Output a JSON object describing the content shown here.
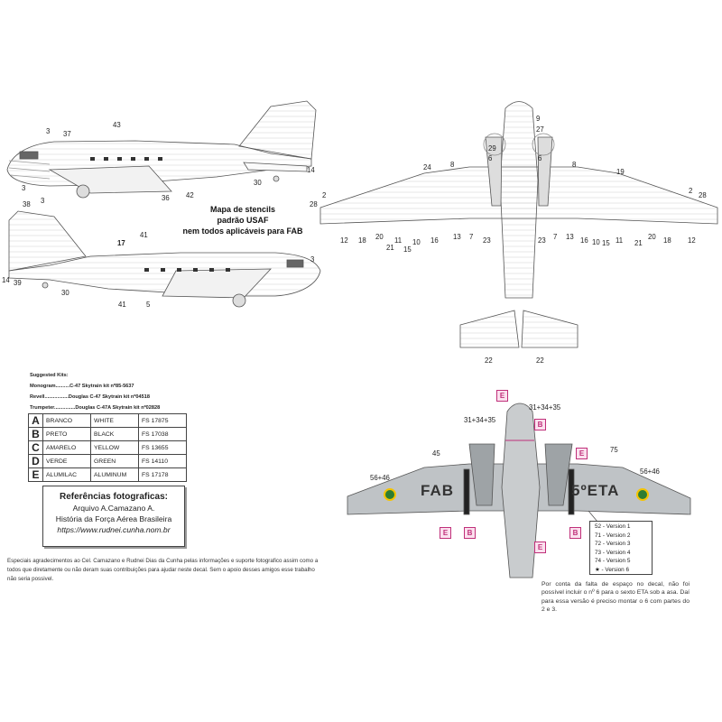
{
  "stencil_note": {
    "line1": "Mapa de stencils",
    "line2": "padrão USAF",
    "line3": "nem todos aplicáveis para FAB"
  },
  "kits": {
    "title": "Suggested Kits:",
    "line1": "Monogram..........C-47 Skytrain  kit nº85-5637",
    "line2": "Revell.................Douglas C-47 Skytrain kit nº04518",
    "line3": "Trumpeter...............Douglas C-47A Skytrain kit nº02828"
  },
  "colors": [
    {
      "key": "A",
      "pt": "BRANCO",
      "en": "WHITE",
      "fs": "FS 17875"
    },
    {
      "key": "B",
      "pt": "PRETO",
      "en": "BLACK",
      "fs": "FS 17038"
    },
    {
      "key": "C",
      "pt": "AMARELO",
      "en": "YELLOW",
      "fs": "FS 13655"
    },
    {
      "key": "D",
      "pt": "VERDE",
      "en": "GREEN",
      "fs": "FS 14110"
    },
    {
      "key": "E",
      "pt": "ALUMILAC",
      "en": "ALUMINUM",
      "fs": "FS 17178"
    }
  ],
  "refs": {
    "title": "Referências fotograficas:",
    "line1": "Arquivo A.Camazano A.",
    "line2": "História da Força Aérea Brasileira",
    "url": "https://www.rudnei.cunha.nom.br"
  },
  "thanks": "Especiais agradecimentos ao Cel. Camazano e Rudnei Dias da Cunha pelas informações e suporte fotografico assim como a todos que diretamente ou não deram suas contribuições para ajudar neste decal. Sem o apoio desses amigos esse trabalho não seria possivel.",
  "versions": {
    "v1": "52 - Version 1",
    "v2": "71 - Version 2",
    "v3": "72 - Version 3",
    "v4": "73 - Version 4",
    "v5": "74 - Version 5",
    "v6": "- Version 6",
    "v6_marker": "★"
  },
  "note_right": "Por conta da falta de espaço no decal, não foi possível incluir o nº 6 para o sexto ETA sob a asa.  Daí para essa versão é preciso montar o 6 com partes do 2 e 3.",
  "markings": {
    "fab": "FAB",
    "eta": "5ºETA"
  },
  "labels": {
    "l43": "43",
    "l37": "37",
    "l3a": "3",
    "l14a": "14",
    "l30a": "30",
    "l36": "36",
    "l42": "42",
    "l38": "38",
    "l3b": "3",
    "l3c": "3",
    "l17": "17",
    "l41a": "41",
    "l41b": "41",
    "l5": "5",
    "l14b": "14",
    "l39": "39",
    "l30b": "30",
    "l3d": "3",
    "l9": "9",
    "l27": "27",
    "l29": "29",
    "l6a": "6",
    "l6b": "6",
    "l8a": "8",
    "l8b": "8",
    "l24": "24",
    "l19": "19",
    "l2a": "2",
    "l28a": "28",
    "l2b": "2",
    "l28b": "28",
    "l12a": "12",
    "l18a": "18",
    "l20a": "20",
    "l21a": "21",
    "l11a": "11",
    "l15a": "15",
    "l10a": "10",
    "l16a": "16",
    "l13a": "13",
    "l7a": "7",
    "l23a": "23",
    "l23b": "23",
    "l7b": "7",
    "l13b": "13",
    "l16b": "16",
    "l10b": "10",
    "l15b": "15",
    "l11b": "11",
    "l21b": "21",
    "l20b": "20",
    "l18b": "18",
    "l12b": "12",
    "l22a": "22",
    "l22b": "22",
    "l31a": "31+34+35",
    "l31b": "31+34+35",
    "l45": "45",
    "l75": "75",
    "l56a": "56+46",
    "l56b": "56+46"
  },
  "tags": {
    "e": "E",
    "b": "B"
  },
  "palette": {
    "tag_magenta": "#c0307a",
    "aluminum": "#bfc3c6",
    "line": "#555555"
  }
}
